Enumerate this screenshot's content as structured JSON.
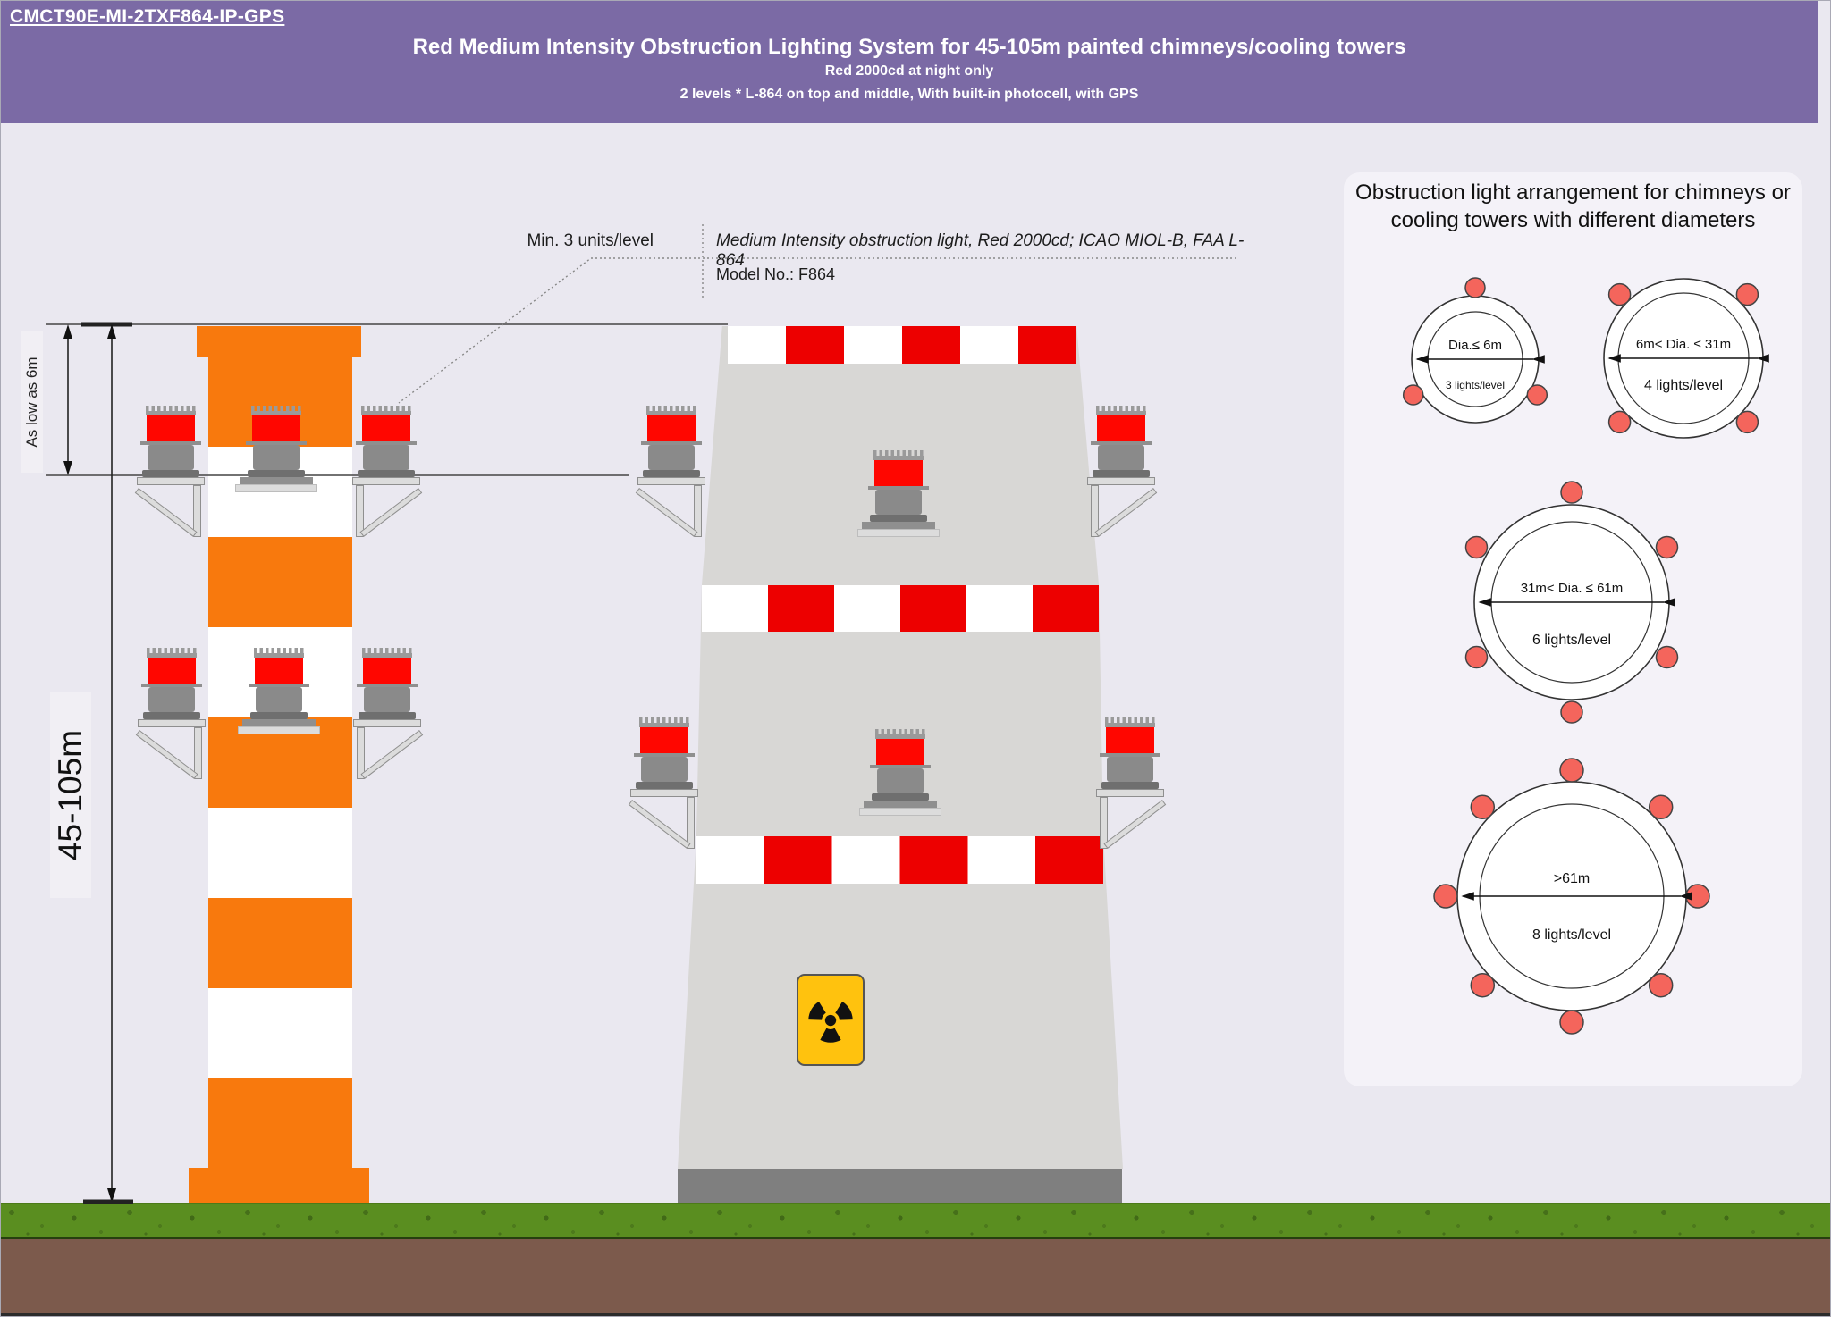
{
  "header": {
    "code": "CMCT90E-MI-2TXF864-IP-GPS",
    "title": "Red Medium Intensity Obstruction Lighting System for 45-105m painted chimneys/cooling towers",
    "subtitle1": "Red 2000cd at night only",
    "subtitle2": "2 levels * L-864 on top and middle, With built-in photocell, with GPS"
  },
  "annotation": {
    "min_units": "Min. 3 units/level",
    "spec": "Medium Intensity obstruction light, Red 2000cd; ICAO MIOL-B, FAA L-864",
    "model": "Model No.: F864"
  },
  "dimensions": {
    "light_offset": "As low as 6m",
    "height_range": "45-105m"
  },
  "panel": {
    "title": "Obstruction light arrangement for chimneys or cooling towers with different diameters",
    "arrangements": [
      {
        "dia": "Dia.≤ 6m",
        "lights": "3 lights/level",
        "num_lights": 3
      },
      {
        "dia": "6m< Dia. ≤ 31m",
        "lights": "4 lights/level",
        "num_lights": 4
      },
      {
        "dia": "31m< Dia. ≤ 61m",
        "lights": "6 lights/level",
        "num_lights": 6
      },
      {
        "dia": ">61m",
        "lights": "8 lights/level",
        "num_lights": 8
      }
    ]
  },
  "colors": {
    "header_purple": "#7B6AA5",
    "background": "#EAE8F0",
    "panel_bg": "#F4F2F8",
    "chimney_orange": "#F8790D",
    "band_red": "#ED0000",
    "light_red": "#FF0600",
    "tower_gray": "#D8D7D5",
    "dot_salmon": "#F4655C",
    "grass_green": "#5A8E20",
    "dirt_brown": "#7C5A4C",
    "radiation_yellow": "#FFC20E"
  },
  "icons": {
    "radiation": "radiation-trefoil-icon"
  }
}
